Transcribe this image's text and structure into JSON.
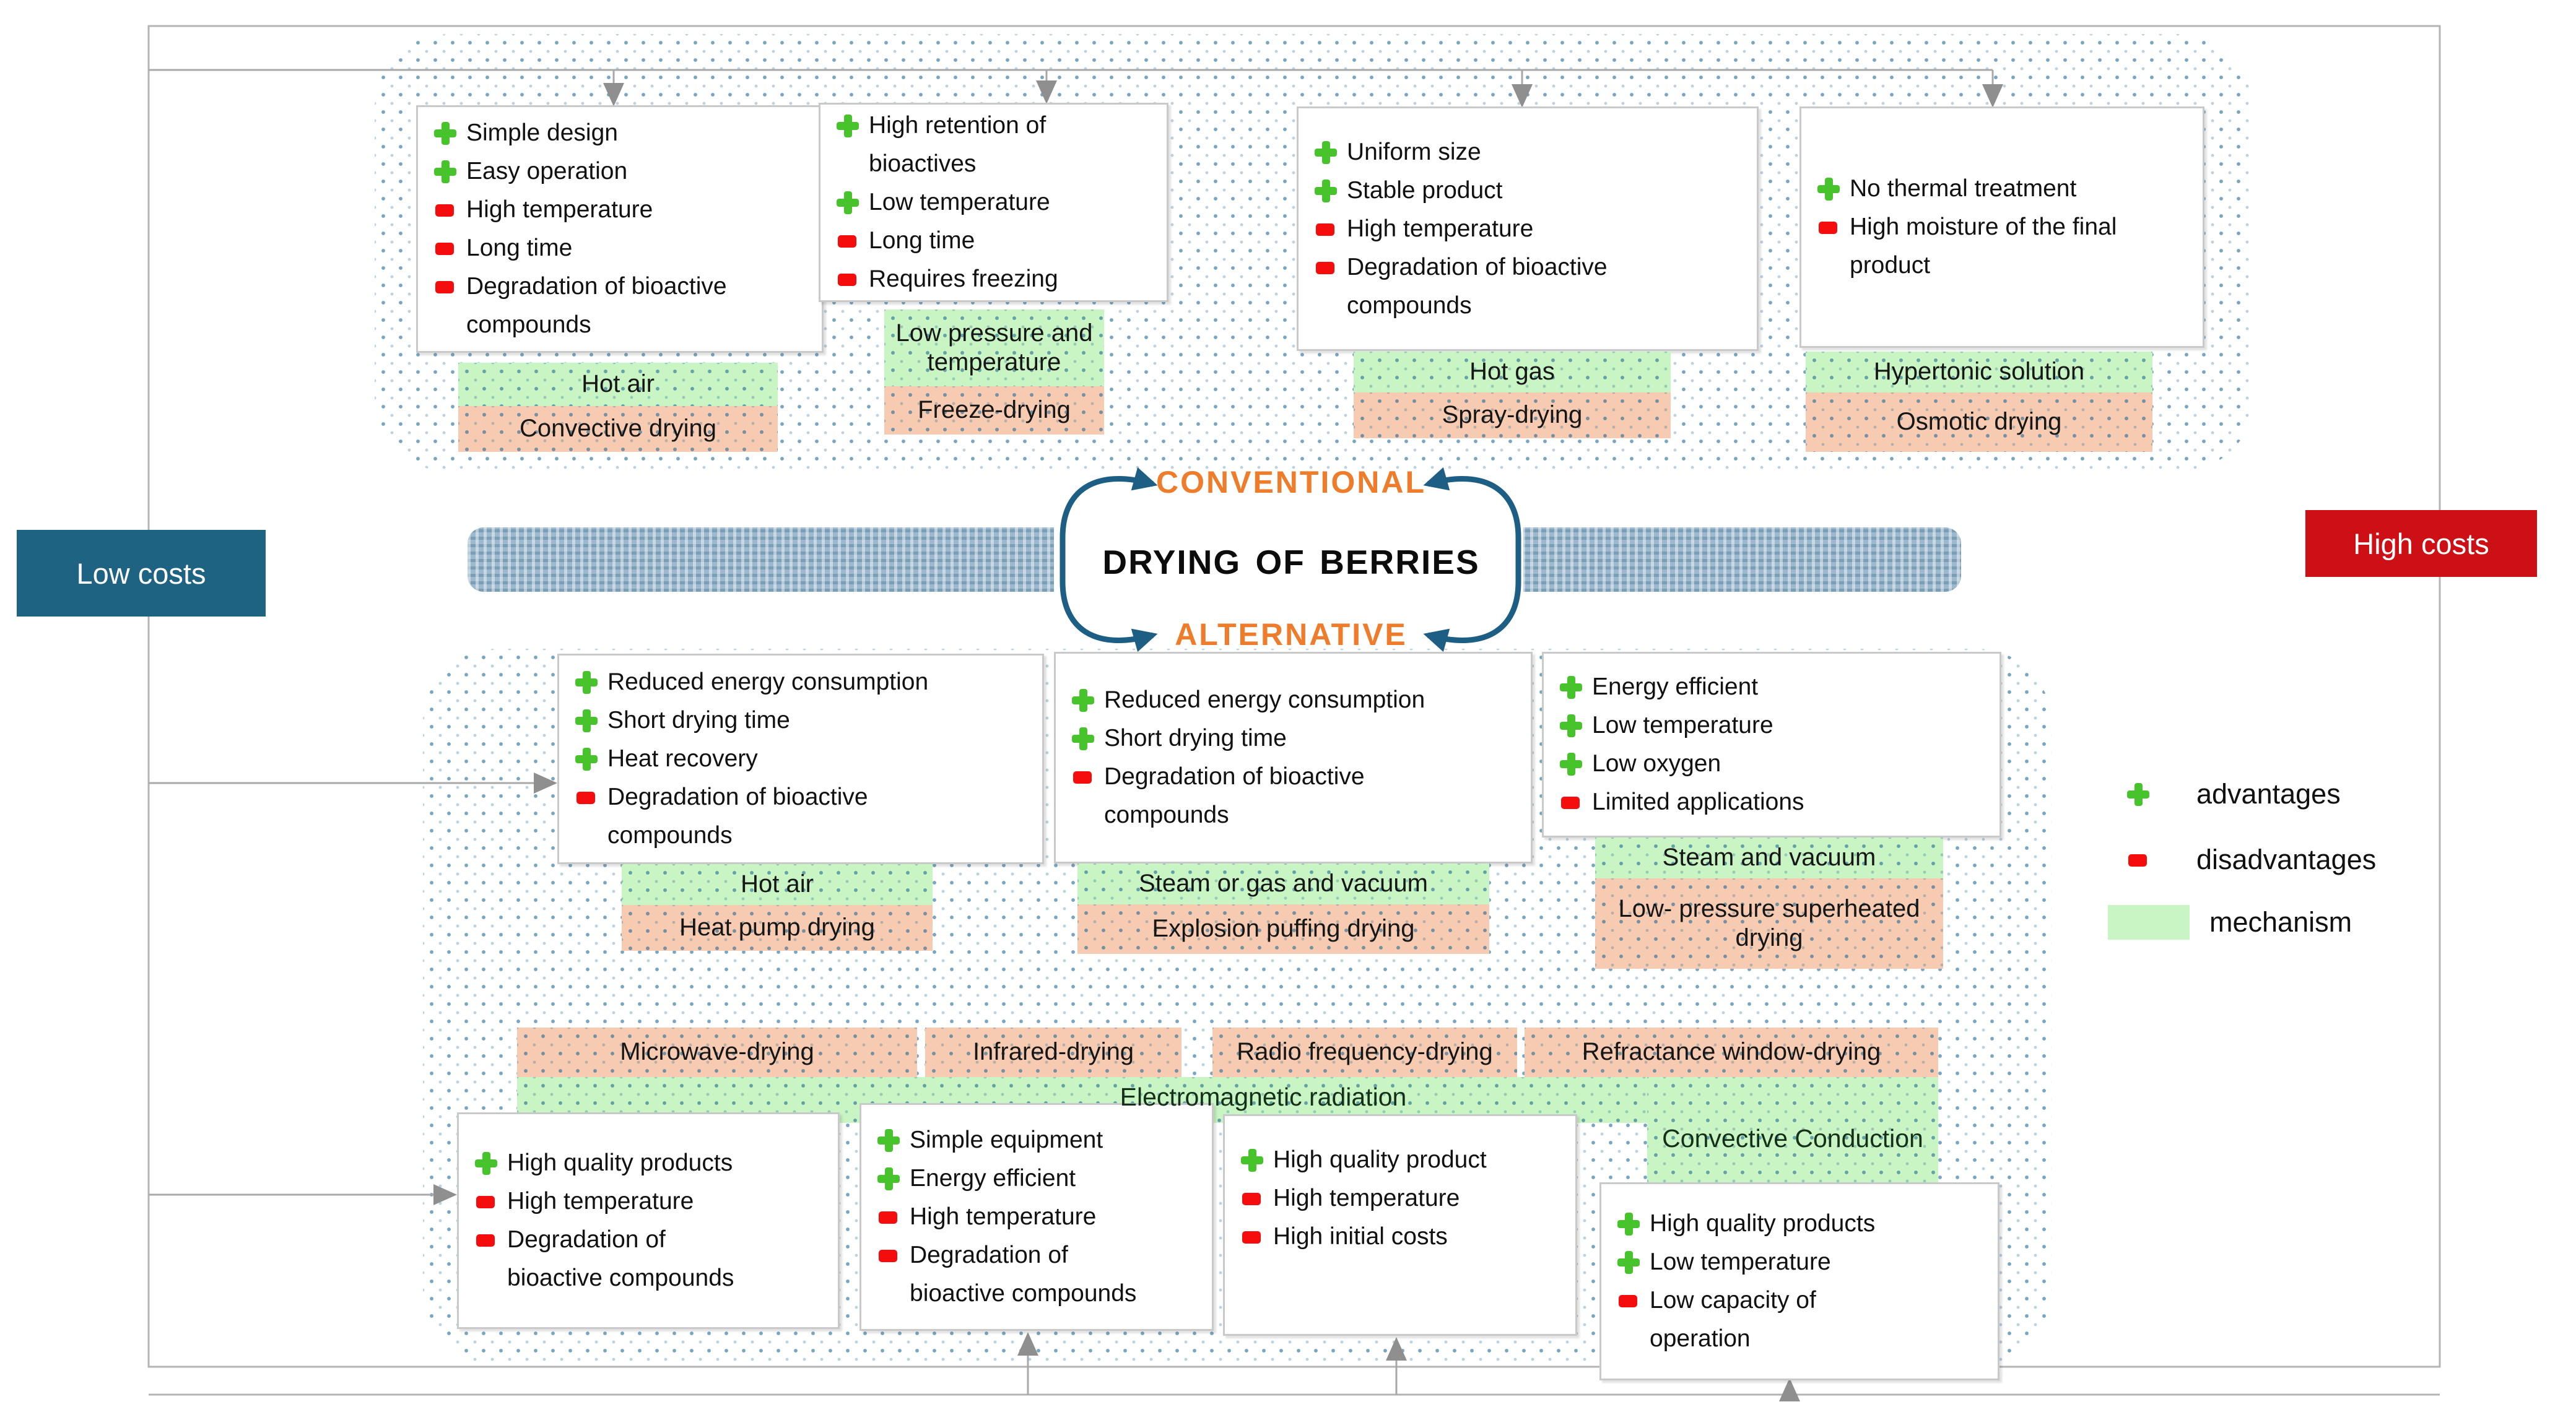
{
  "title": "DRYING OF BERRIES",
  "branch_labels": {
    "top": "CONVENTIONAL",
    "bottom": "ALTERNATIVE"
  },
  "cost_labels": {
    "low": "Low costs",
    "high": "High costs"
  },
  "legend": {
    "advantages": "advantages",
    "disadvantages": "disadvantages",
    "mechanism": "mechanism"
  },
  "colors": {
    "advantage_green": "#47c32b",
    "disadvantage_red": "#f50d0d",
    "mechanism_green": "#c9f4c3",
    "method_orange": "#f6cbb1",
    "low_cost_teal": "#1f6382",
    "high_cost_red": "#cd1016",
    "branch_orange": "#ee7c2a",
    "arrow_teal": "#1d5e84",
    "dot_blue": "#1e6996"
  },
  "conventional": [
    {
      "method": "Convective drying",
      "mechanism": "Hot air",
      "items": [
        {
          "sign": "+",
          "text": "Simple design"
        },
        {
          "sign": "+",
          "text": "Easy operation"
        },
        {
          "sign": "-",
          "text": "High temperature"
        },
        {
          "sign": "-",
          "text": "Long time"
        },
        {
          "sign": "-",
          "text": "Degradation of bioactive compounds"
        }
      ]
    },
    {
      "method": "Freeze-drying",
      "mechanism": "Low pressure and temperature",
      "items": [
        {
          "sign": "+",
          "text": "High retention of bioactives"
        },
        {
          "sign": "+",
          "text": "Low temperature"
        },
        {
          "sign": "-",
          "text": "Long time"
        },
        {
          "sign": "-",
          "text": "Requires freezing"
        }
      ]
    },
    {
      "method": "Spray-drying",
      "mechanism": "Hot gas",
      "items": [
        {
          "sign": "+",
          "text": "Uniform size"
        },
        {
          "sign": "+",
          "text": "Stable product"
        },
        {
          "sign": "-",
          "text": "High temperature"
        },
        {
          "sign": "-",
          "text": "Degradation of bioactive compounds"
        }
      ]
    },
    {
      "method": "Osmotic drying",
      "mechanism": "Hypertonic solution",
      "items": [
        {
          "sign": "+",
          "text": "No thermal treatment"
        },
        {
          "sign": "-",
          "text": "High moisture of the final product"
        }
      ]
    }
  ],
  "alternative_row1": [
    {
      "method": "Heat pump drying",
      "mechanism": "Hot air",
      "items": [
        {
          "sign": "+",
          "text": "Reduced energy consumption"
        },
        {
          "sign": "+",
          "text": "Short drying time"
        },
        {
          "sign": "+",
          "text": "Heat recovery"
        },
        {
          "sign": "-",
          "text": "Degradation of bioactive compounds"
        }
      ]
    },
    {
      "method": "Explosion puffing drying",
      "mechanism": "Steam or gas and vacuum",
      "items": [
        {
          "sign": "+",
          "text": "Reduced energy consumption"
        },
        {
          "sign": "+",
          "text": "Short drying time"
        },
        {
          "sign": "-",
          "text": "Degradation of bioactive compounds"
        }
      ]
    },
    {
      "method": "Low- pressure superheated drying",
      "mechanism": "Steam and vacuum",
      "items": [
        {
          "sign": "+",
          "text": "Energy efficient"
        },
        {
          "sign": "+",
          "text": "Low temperature"
        },
        {
          "sign": "+",
          "text": "Low oxygen"
        },
        {
          "sign": "-",
          "text": "Limited applications"
        }
      ]
    }
  ],
  "em_methods": [
    "Microwave-drying",
    "Infrared-drying",
    "Radio frequency-drying",
    "Refractance window-drying"
  ],
  "em_mechanism": "Electromagnetic radiation",
  "cc_mechanism": "Convective Conduction",
  "em_boxes": [
    {
      "items": [
        {
          "sign": "+",
          "text": "High quality products"
        },
        {
          "sign": "-",
          "text": "High temperature"
        },
        {
          "sign": "-",
          "text": "Degradation of bioactive compounds"
        }
      ]
    },
    {
      "items": [
        {
          "sign": "+",
          "text": "Simple equipment"
        },
        {
          "sign": "+",
          "text": "Energy efficient"
        },
        {
          "sign": "-",
          "text": "High temperature"
        },
        {
          "sign": "-",
          "text": "Degradation of bioactive compounds"
        }
      ]
    },
    {
      "items": [
        {
          "sign": "+",
          "text": "High quality product"
        },
        {
          "sign": "-",
          "text": "High temperature"
        },
        {
          "sign": "-",
          "text": "High initial costs"
        }
      ]
    },
    {
      "items": [
        {
          "sign": "+",
          "text": "High quality products"
        },
        {
          "sign": "+",
          "text": "Low temperature"
        },
        {
          "sign": "-",
          "text": "Low capacity of operation"
        }
      ]
    }
  ]
}
